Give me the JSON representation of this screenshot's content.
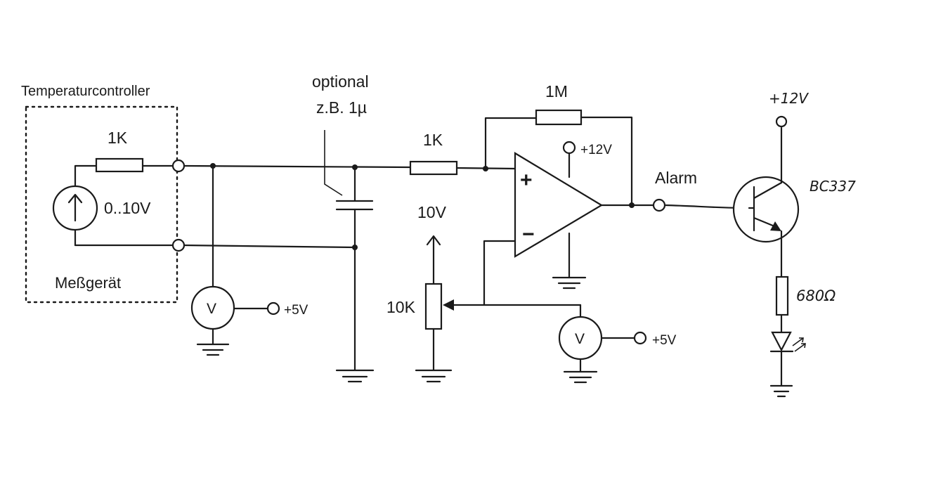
{
  "labels": {
    "controller": "Temperaturcontroller",
    "device": "Meßgerät",
    "r_source": "1K",
    "source_range": "0..10V",
    "cap_note_1": "optional",
    "cap_note_2": "z.B. 1µ",
    "r_input": "1K",
    "r_feedback": "1M",
    "supply_opamp": "+12V",
    "alarm": "Alarm",
    "transistor": "BC337",
    "supply_transistor": "+12V",
    "r_led": "680Ω",
    "pot_top": "10V",
    "pot": "10K",
    "meter1": "V",
    "meter1_supply": "+5V",
    "meter2": "V",
    "meter2_supply": "+5V",
    "opamp_plus": "+",
    "opamp_minus": "−"
  },
  "icons": [
    "current-source-icon",
    "resistor-icon",
    "capacitor-icon",
    "opamp-icon",
    "potentiometer-icon",
    "voltmeter-icon",
    "npn-transistor-icon",
    "led-icon",
    "ground-icon",
    "terminal-icon"
  ]
}
